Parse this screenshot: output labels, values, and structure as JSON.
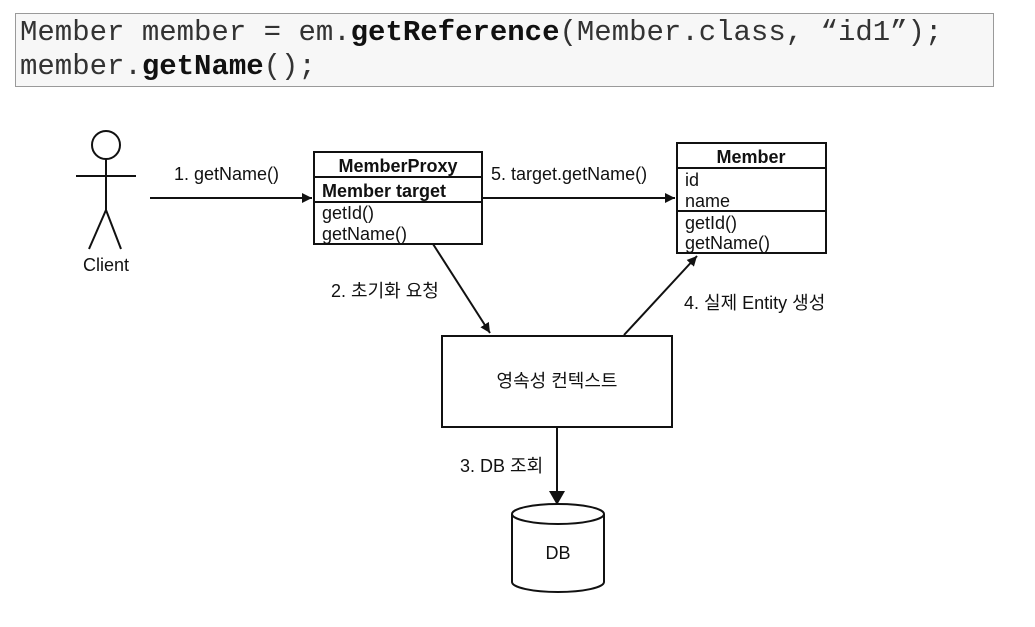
{
  "code": {
    "line1": {
      "pre": "Member member = em.",
      "method": "getReference",
      "post": "(Member.class, “id1”);"
    },
    "line2": {
      "pre": "member.",
      "method": "getName",
      "post": "();"
    }
  },
  "actor": {
    "label": "Client"
  },
  "proxy": {
    "title": "MemberProxy",
    "field": "Member target",
    "methods": [
      "getId()",
      "getName()"
    ]
  },
  "member": {
    "title": "Member",
    "fields": [
      "id",
      "name"
    ],
    "methods": [
      "getId()",
      "getName()"
    ]
  },
  "context": {
    "label": "영속성 컨텍스트"
  },
  "db": {
    "label": "DB"
  },
  "steps": {
    "s1": "1. getName()",
    "s2": "2. 초기화 요청",
    "s3": "3. DB 조회",
    "s4": "4. 실제 Entity 생성",
    "s5": "5. target.getName()"
  }
}
